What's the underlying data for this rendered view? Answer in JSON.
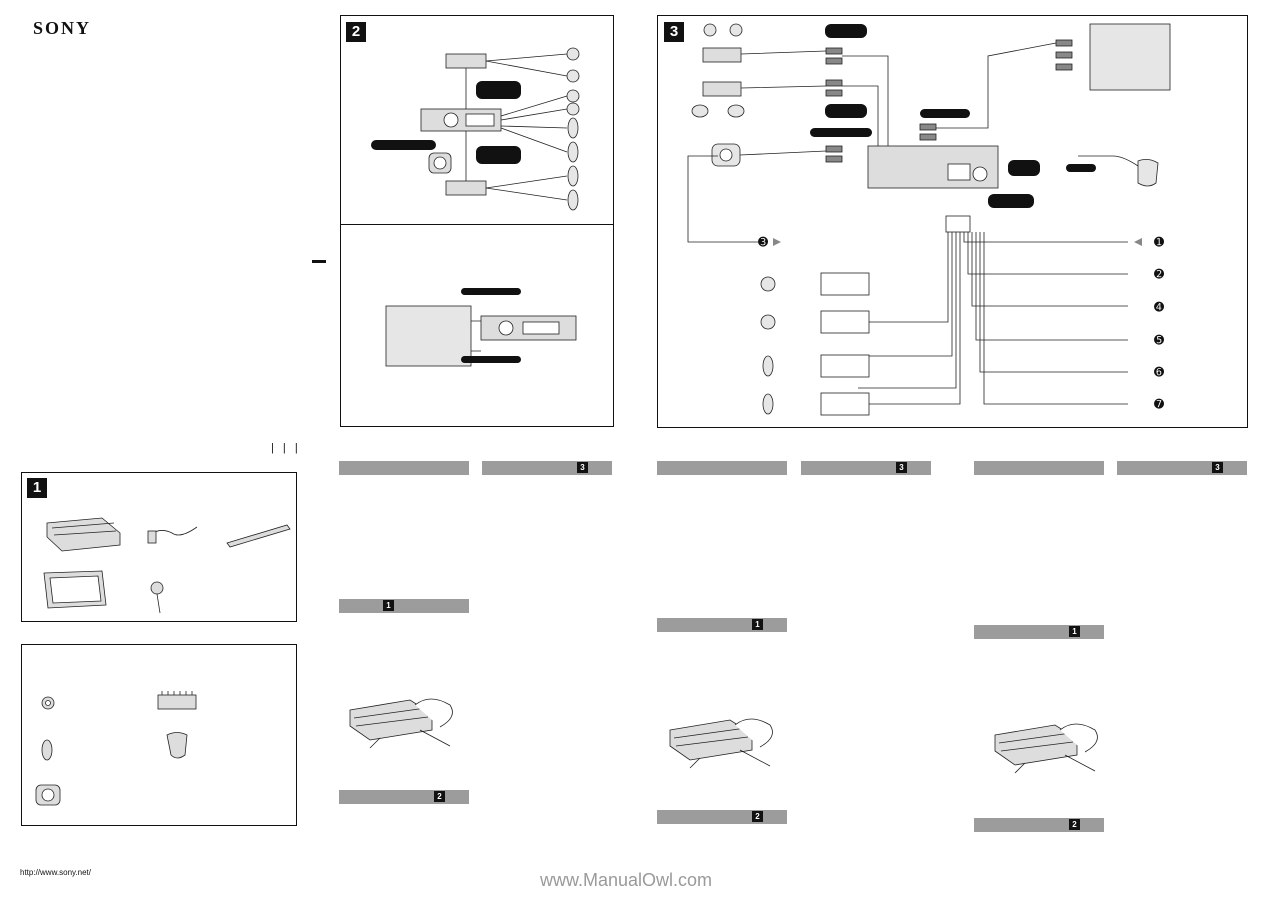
{
  "header": {
    "brand": "SONY"
  },
  "footer": {
    "url": "http://www.sony.net/",
    "watermark": "www.ManualOwl.com"
  },
  "sections": {
    "s1": {
      "number": "1"
    },
    "s2": {
      "number": "2"
    },
    "s3": {
      "number": "3"
    }
  },
  "wiring": {
    "outputs": [
      "➊",
      "➋",
      "➍",
      "➎",
      "➏",
      "➐"
    ],
    "rear_ref": "➌"
  },
  "columns": {
    "col1": {
      "bar3": "3",
      "bar1": "1",
      "bar2": "2"
    },
    "col2": {
      "bar3": "3",
      "bar1": "1",
      "bar2": "2"
    },
    "col3": {
      "bar3": "3",
      "bar1": "1",
      "bar2": "2"
    }
  },
  "colors": {
    "accent": "#111111",
    "bar": "#9c9c9c",
    "panel": "#e6e6e6"
  }
}
